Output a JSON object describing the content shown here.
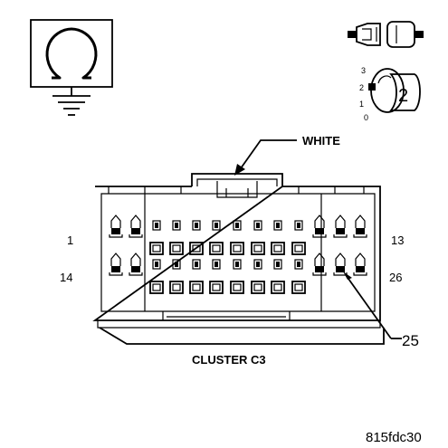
{
  "symbols": {
    "ohm_icon": "omega-ground-icon",
    "connector_icon": "connector-plug-icon",
    "ignition_icon": "ignition-key-icon",
    "ignition": {
      "positions": [
        "3",
        "2",
        "1",
        "0"
      ],
      "key_number": "2"
    }
  },
  "connector": {
    "key_label": "WHITE",
    "pin_top_left": "1",
    "pin_top_right": "13",
    "pin_bottom_left": "14",
    "pin_bottom_right": "26",
    "callout_pin": "25",
    "name": "CLUSTER C3"
  },
  "figure_id": "815fdc30"
}
